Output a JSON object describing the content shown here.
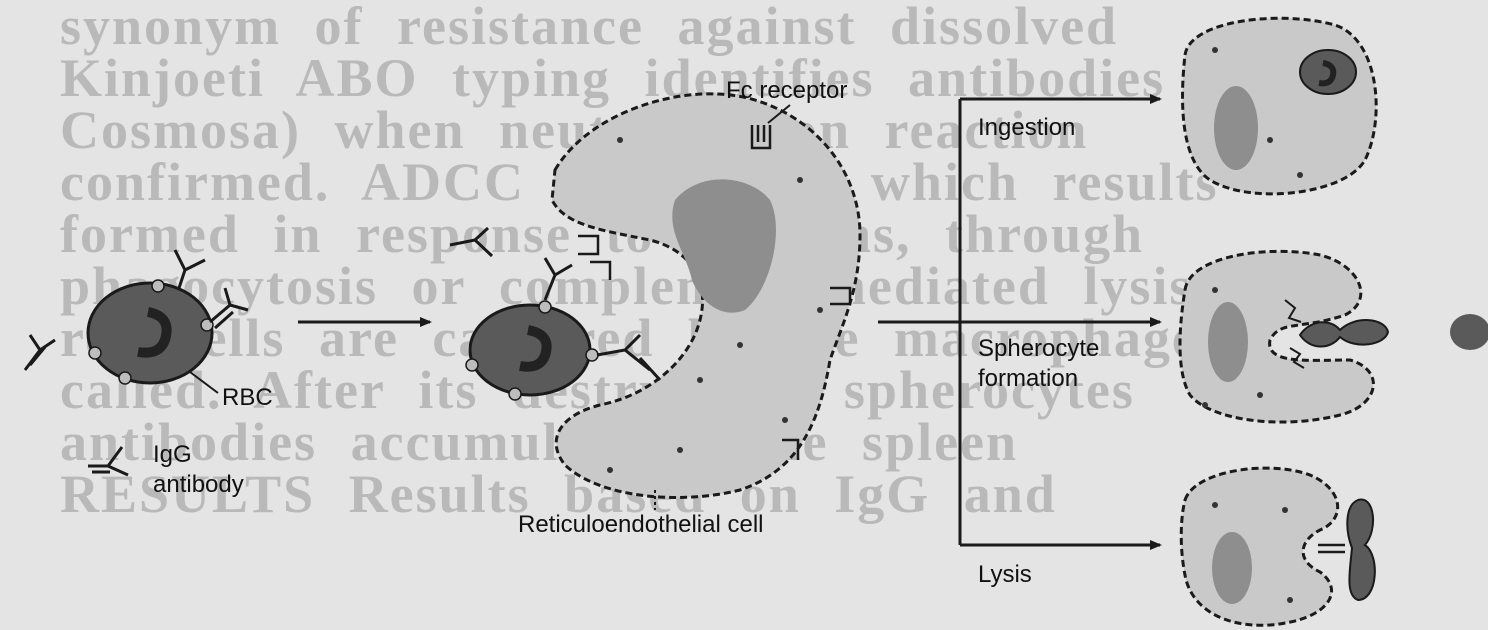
{
  "background_text_lines": [
    "synonym of resistance against dissolved",
    "Kinjoeti ABO typing identifies antibodies",
    "Cosmosa) when neutralization reaction",
    "confirmed. ADCC mechanism which results",
    "formed in response to antigens, through",
    "phagocytosis or complement-mediated lysis",
    "red cells are captured by the macrophages",
    "called. After its destruction, spherocytes",
    "antibodies accumulate in the spleen",
    "RESULTS Results based on IgG and"
  ],
  "labels": {
    "fc_receptor": "Fc receptor",
    "rbc": "RBC",
    "igg_line1": "IgG",
    "igg_line2": "antibody",
    "re_cell": "Reticuloendothelial cell",
    "ingestion": "Ingestion",
    "spherocyte_line1": "Spherocyte",
    "spherocyte_line2": "formation",
    "lysis": "Lysis"
  },
  "colors": {
    "cell_fill": "#c9c9c9",
    "nucleus_fill": "#8e8e8e",
    "rbc_fill": "#5a5a5a",
    "line": "#1a1a1a",
    "background": "#e4e4e4"
  }
}
